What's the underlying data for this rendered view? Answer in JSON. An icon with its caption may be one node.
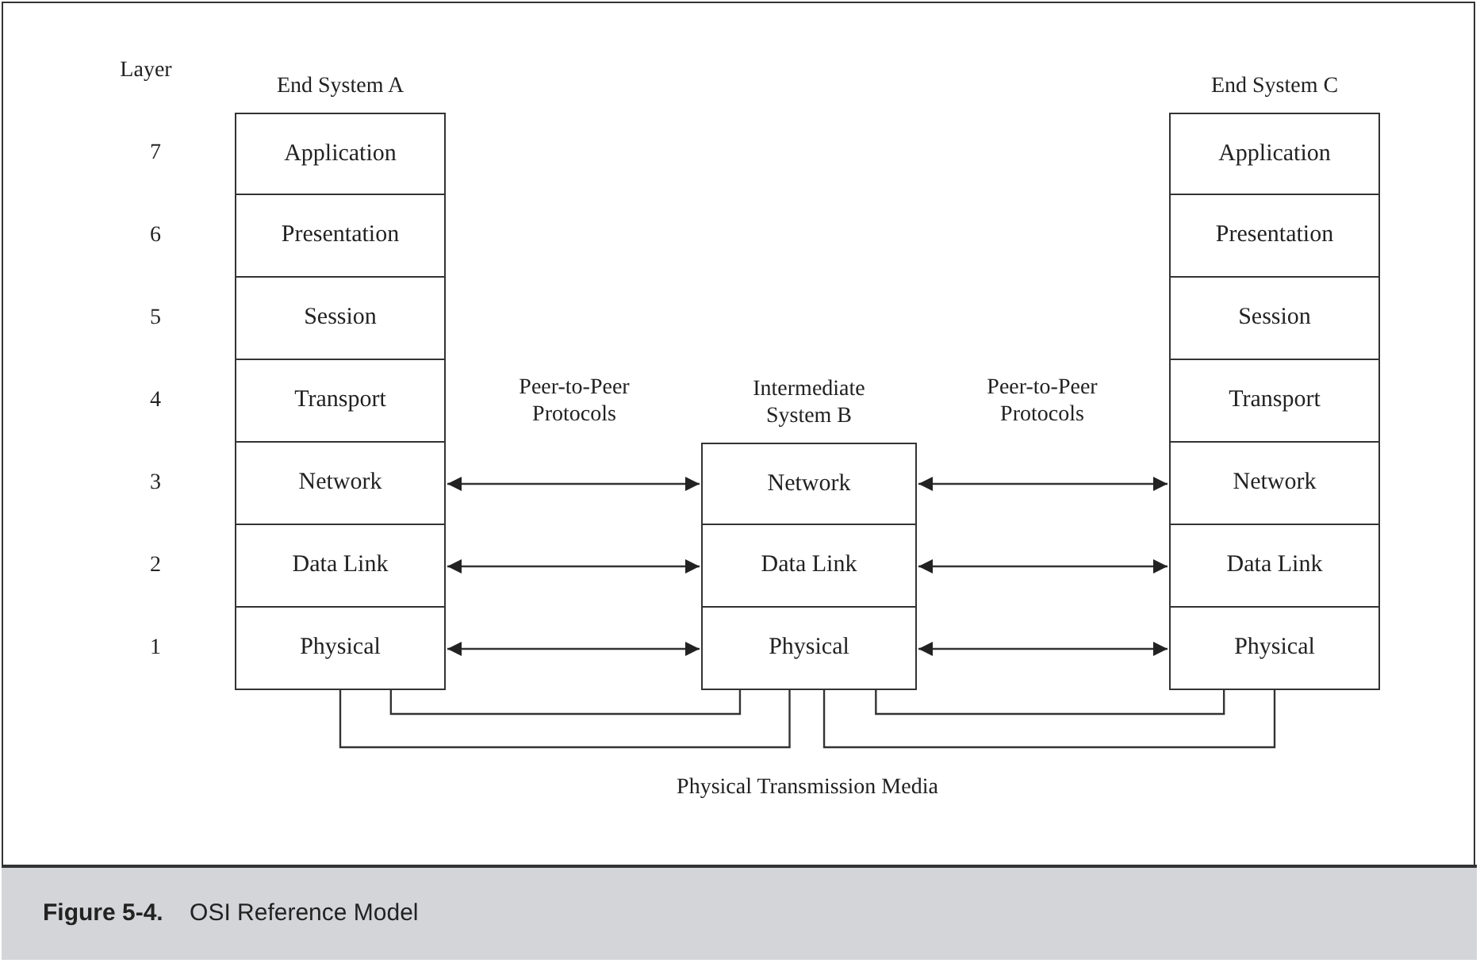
{
  "diagram": {
    "caption": "**Figure 5-4.**    OSI Reference Model",
    "nodes": [
      {
        "text": [
          "End System A"
        ]
      },
      {
        "text": [
          "Application"
        ],
        "in": 0
      },
      {
        "text": [
          "Presentation"
        ],
        "in": 0
      },
      {
        "text": [
          "Session"
        ],
        "in": 0
      },
      {
        "text": [
          "Transport"
        ],
        "in": 0
      },
      {
        "text": [
          "Network"
        ],
        "in": 0
      },
      {
        "text": [
          "Data Link"
        ],
        "in": 0
      },
      {
        "text": [
          "Physical"
        ],
        "in": 0
      },
      {
        "text": [
          "Intermediate System B"
        ]
      },
      {
        "text": [
          "Network"
        ],
        "in": 8
      },
      {
        "text": [
          "Data Link"
        ],
        "in": 8
      },
      {
        "text": [
          "Physical"
        ],
        "in": 8
      },
      {
        "text": [
          "End System C"
        ]
      },
      {
        "text": [
          "Application"
        ],
        "in": 12
      },
      {
        "text": [
          "Presentation"
        ],
        "in": 12
      },
      {
        "text": [
          "Session"
        ],
        "in": 12
      },
      {
        "text": [
          "Transport"
        ],
        "in": 12
      },
      {
        "text": [
          "Network"
        ],
        "in": 12
      },
      {
        "text": [
          "Data Link"
        ],
        "in": 12
      },
      {
        "text": [
          "Physical"
        ],
        "in": 12
      }
    ],
    "edges": [
      {
        "from": 5,
        "to": 9,
        "arrow": "both"
      },
      {
        "from": 6,
        "to": 10,
        "arrow": "both"
      },
      {
        "from": 7,
        "to": 11,
        "arrow": "both"
      },
      {
        "from": 9,
        "to": 17,
        "arrow": "both"
      },
      {
        "from": 10,
        "to": 18,
        "arrow": "both"
      },
      {
        "from": 11,
        "to": 19,
        "arrow": "both"
      },
      {
        "from": 7,
        "to": 11,
        "arrow": "none"
      },
      {
        "from": 7,
        "to": 11,
        "arrow": "none"
      },
      {
        "from": 11,
        "to": 19,
        "arrow": "none"
      },
      {
        "from": 11,
        "to": 19,
        "arrow": "none"
      }
    ],
    "labels": [
      "Layer",
      "7",
      "6",
      "5",
      "4",
      "3",
      "2",
      "1",
      "Peer-to-Peer Protocols",
      "Peer-to-Peer Protocols",
      "Physical Transmission Media"
    ]
  }
}
